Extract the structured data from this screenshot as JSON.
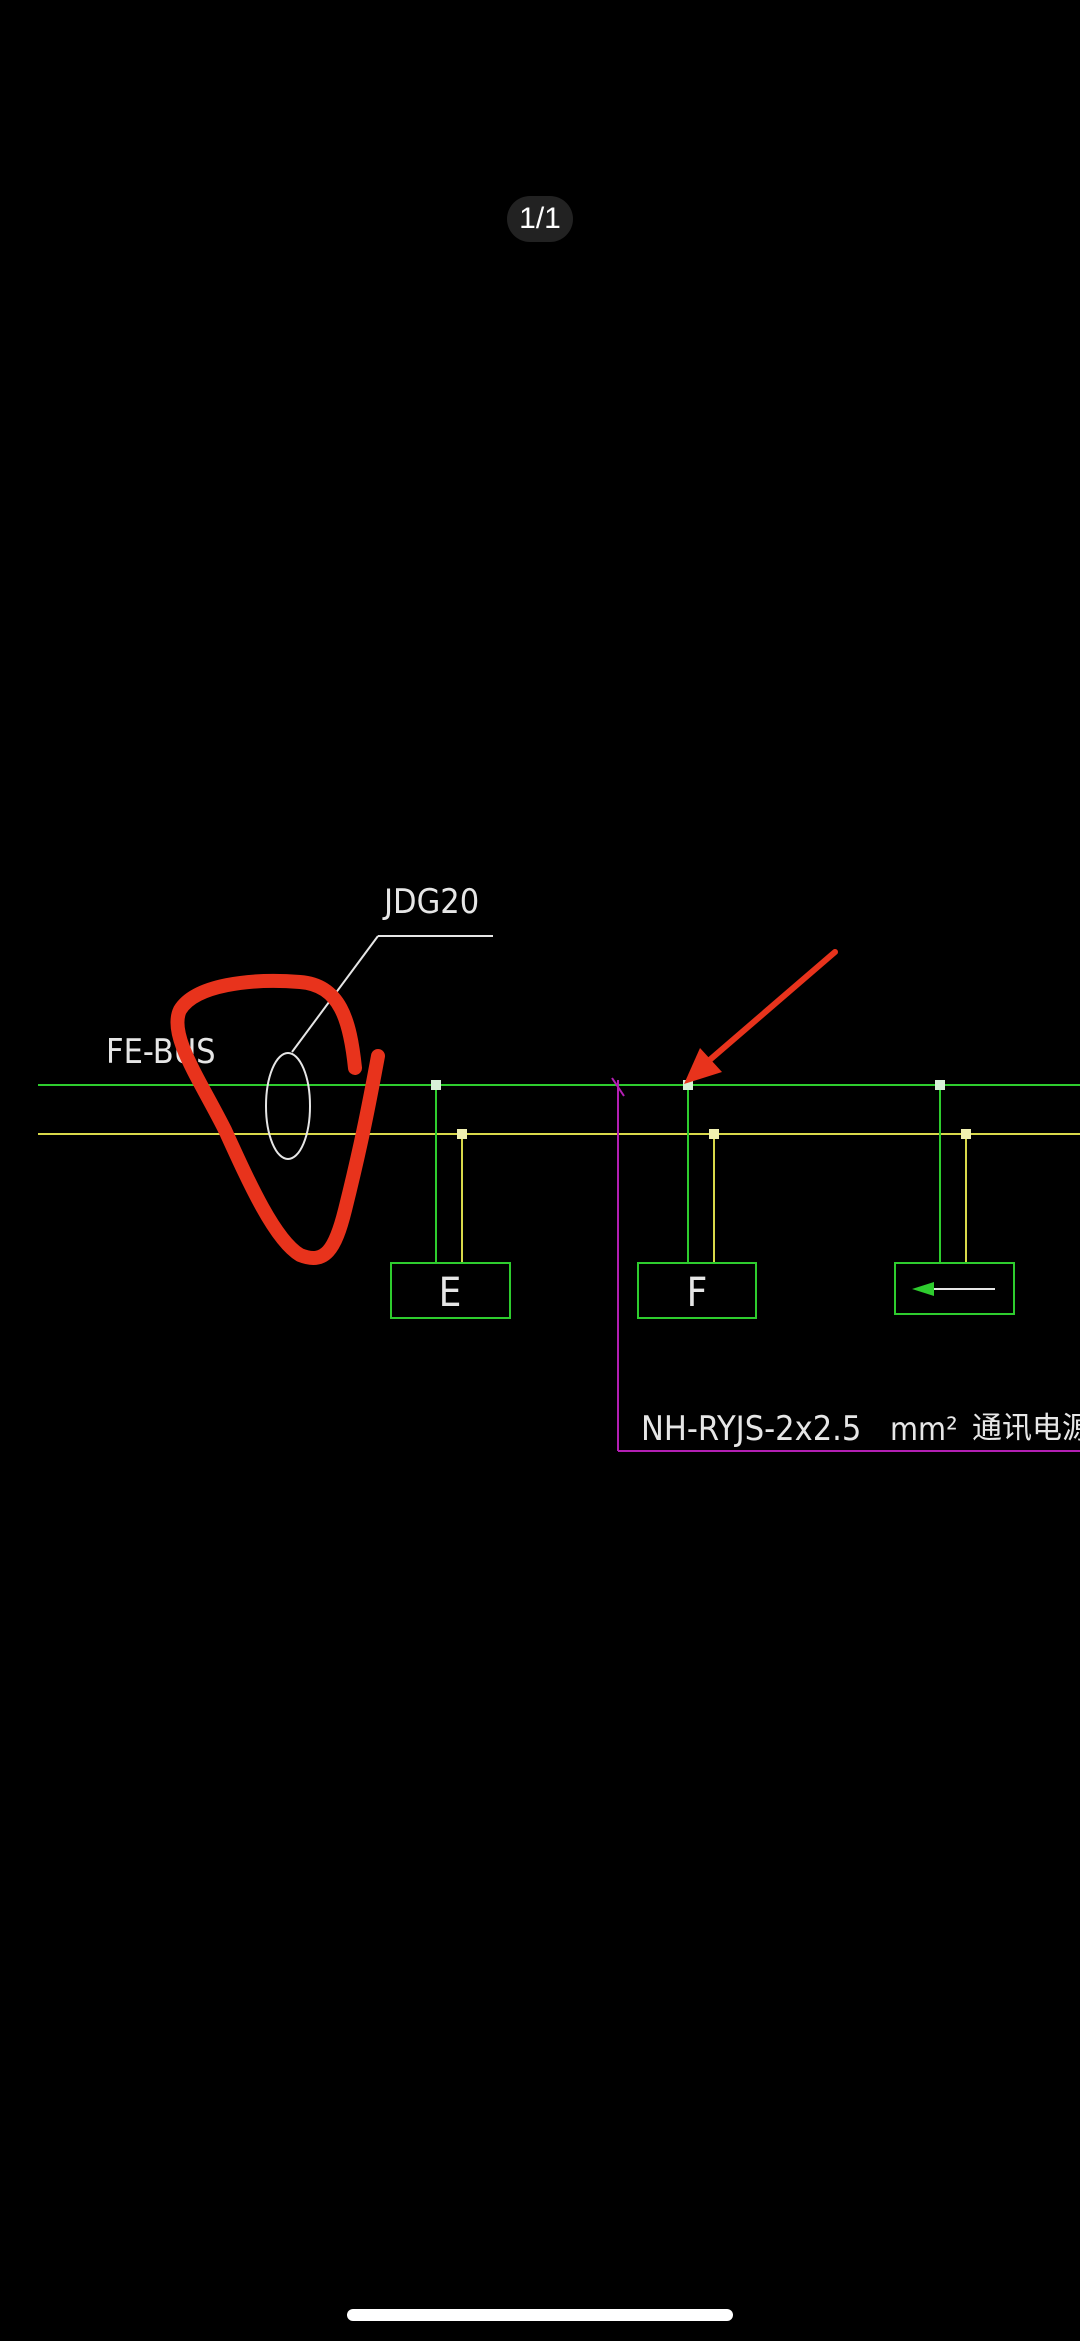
{
  "viewer": {
    "page_indicator": "1/1"
  },
  "drawing": {
    "bus_label": "FE-BUS",
    "conduit_label": "JDG20",
    "module_e_label": "E",
    "module_f_label": "F",
    "module_third_symbol": "arrow-left-icon",
    "cable_spec_label": "NH-RYJS-2x2.5",
    "cable_unit_label": "mm²",
    "cable_desc_label": "通讯电源线"
  },
  "colors": {
    "background": "#000000",
    "bus_line_green": "#2ecc2e",
    "bus_line_yellow": "#d8d84a",
    "cable_magenta": "#b31fb3",
    "annotation_red": "#e8331c",
    "cad_text": "#e6e6e6"
  }
}
